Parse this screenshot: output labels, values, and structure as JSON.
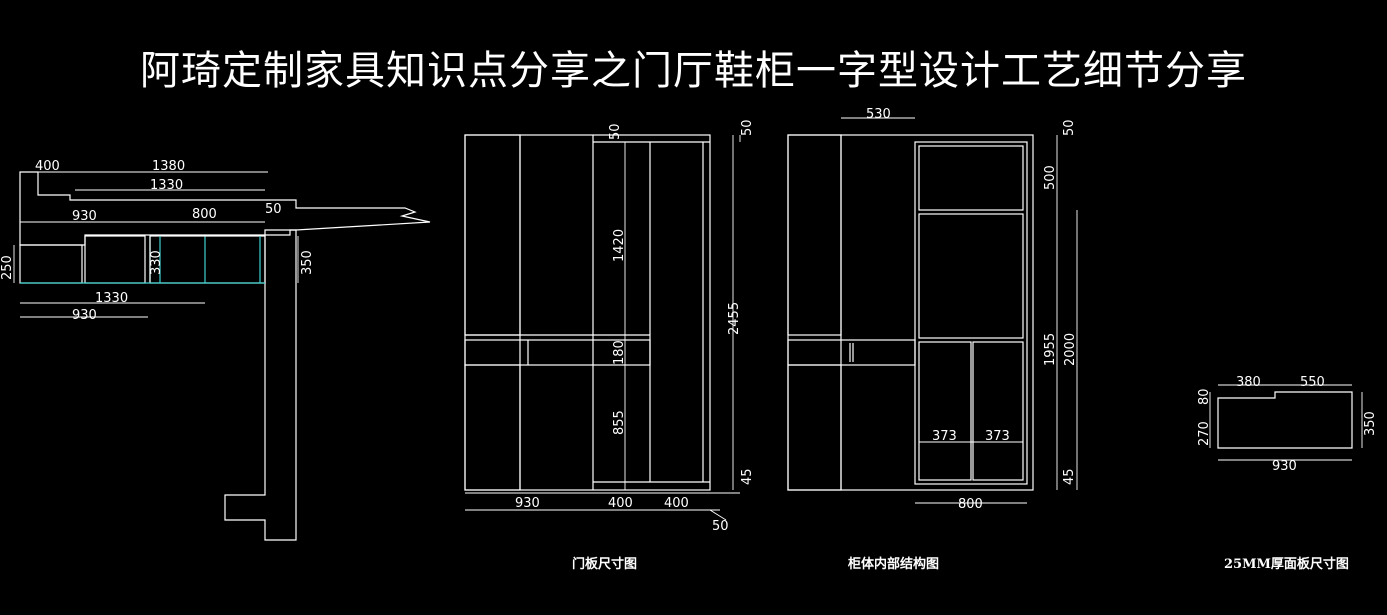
{
  "title": "阿琦定制家具知识点分享之门厅鞋柜一字型设计工艺细节分享",
  "captions": {
    "door_panel": "门板尺寸图",
    "cabinet_internal": "柜体内部结构图",
    "top_panel": "25MM厚面板尺寸图"
  },
  "plan_dims": {
    "d400": "400",
    "d1380": "1380",
    "d1330_top": "1330",
    "d930_top": "930",
    "d800": "800",
    "d50": "50",
    "d250": "250",
    "d330": "330",
    "d350": "350",
    "d1330_bottom": "1330",
    "d930_bottom": "930"
  },
  "door_dims": {
    "d50": "50",
    "d1420": "1420",
    "d180": "180",
    "d855": "855",
    "d2455": "2455",
    "d45": "45",
    "d930": "930",
    "d400a": "400",
    "d400b": "400",
    "d50b": "50"
  },
  "cab_dims": {
    "d530": "530",
    "d50": "50",
    "d500": "500",
    "d1955": "1955",
    "d2000": "2000",
    "d373a": "373",
    "d373b": "373",
    "d45": "45",
    "d800": "800"
  },
  "panel_dims": {
    "d380": "380",
    "d550": "550",
    "d80": "80",
    "d270": "270",
    "d350": "350",
    "d930": "930"
  }
}
